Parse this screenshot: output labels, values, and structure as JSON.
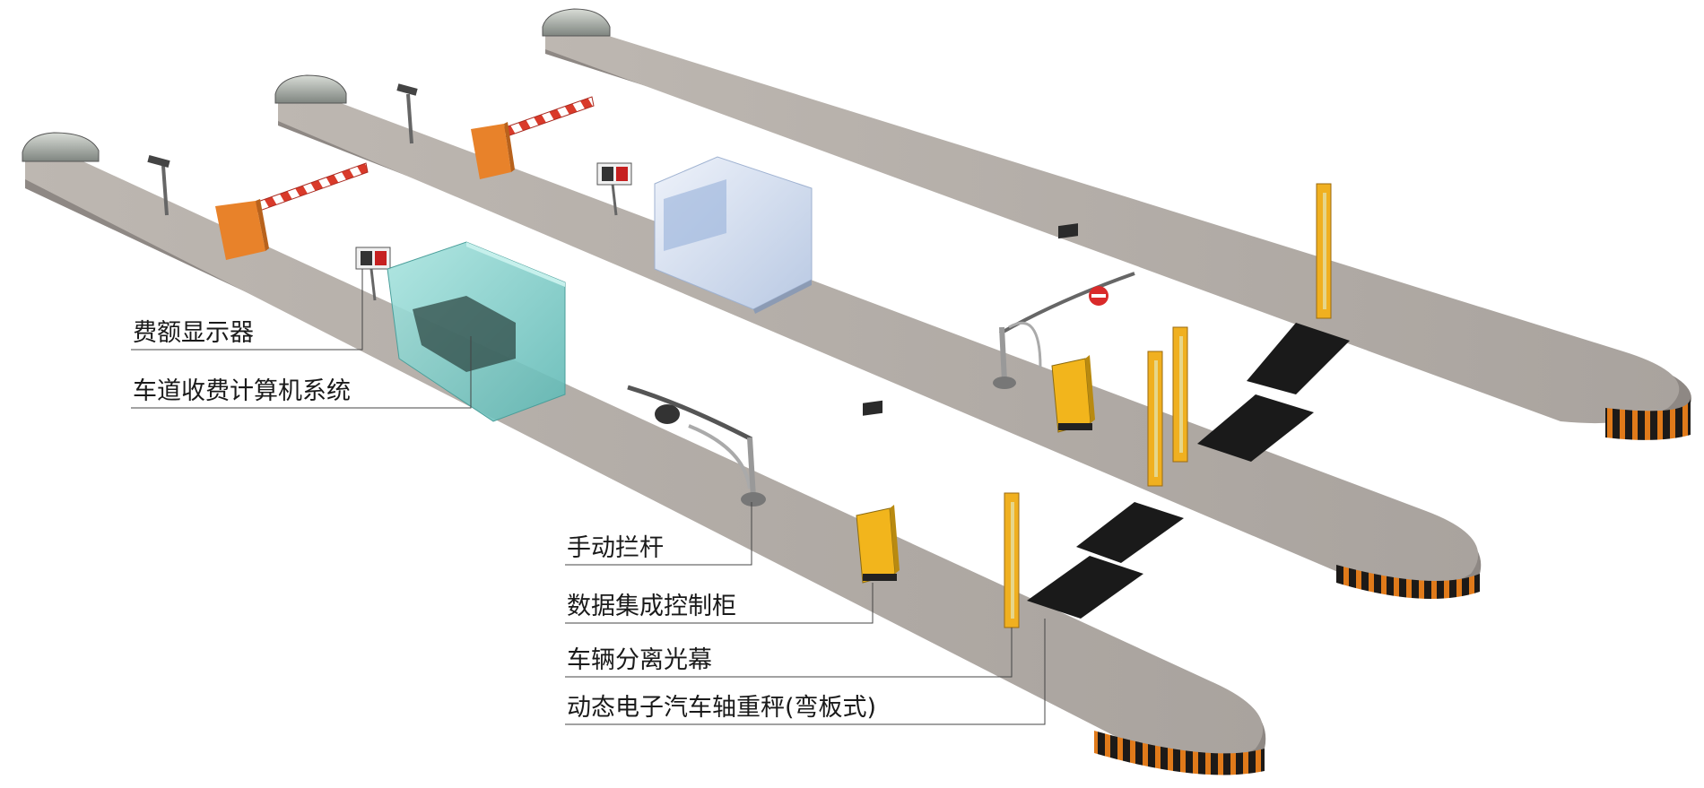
{
  "labels": {
    "fee_display": "费额显示器",
    "lane_computer": "车道收费计算机系统",
    "manual_barrier": "手动拦杆",
    "data_cabinet": "数据集成控制柜",
    "light_curtain": "车辆分离光幕",
    "axle_scale": "动态电子汽车轴重秤(弯板式)"
  },
  "icons": [
    "road-lane",
    "tunnel-portal",
    "street-lamp",
    "auto-barrier-gate",
    "fee-display-sign",
    "toll-booth",
    "manual-barrier",
    "no-entry-sign",
    "control-cabinet",
    "light-curtain-pole",
    "weigh-plate"
  ],
  "colors": {
    "road_top": "#b8b2ad",
    "road_side": "#8e8884",
    "barrier_body": "#e8822a",
    "barrier_arm_red": "#d93a2a",
    "cabinet_yellow": "#f2b51c",
    "pole_yellow": "#f0b020",
    "booth_glass": "#7fd0cc",
    "booth_white": "#e6eef8",
    "weigh_plate": "#1a1a1a",
    "stripe_orange": "#e07a1a"
  }
}
